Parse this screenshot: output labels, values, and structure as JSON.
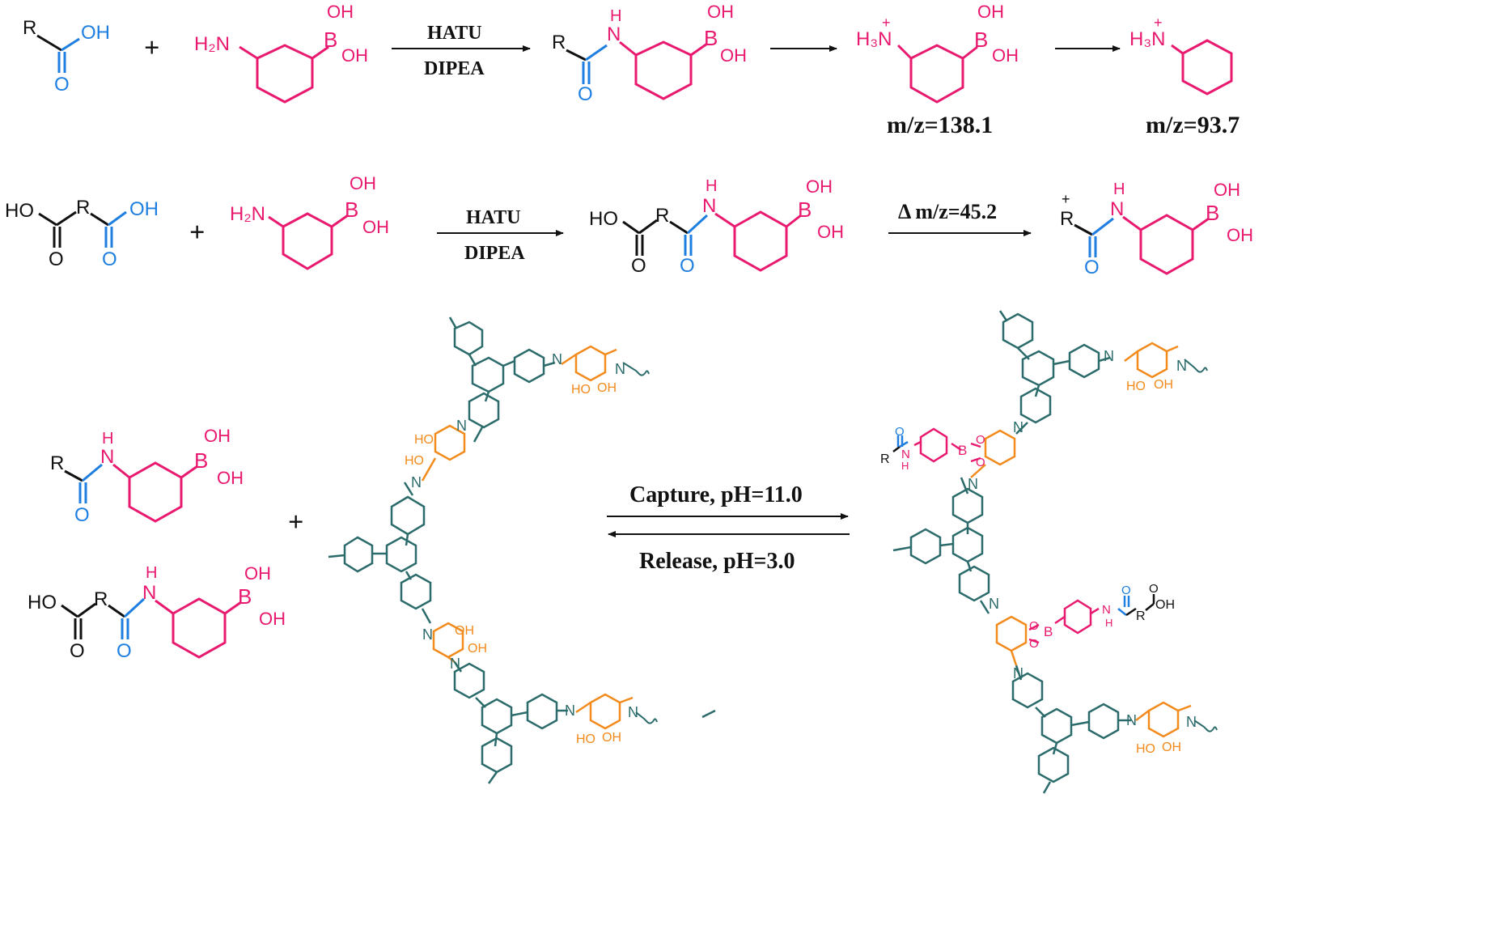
{
  "colors": {
    "black": "#111111",
    "blue": "#1f7fe0",
    "pink": "#e8196e",
    "teal": "#2b6b6b",
    "orange": "#f28a1c"
  },
  "atoms": {
    "R": "R",
    "OH": "OH",
    "HO": "HO",
    "O": "O",
    "H2N": "H₂N",
    "H3N": "H₃N",
    "H": "H",
    "N": "N",
    "NH": "NH",
    "B": "B",
    "plus_charge": "+"
  },
  "row1": {
    "plus": "+",
    "reagent_top": "HATU",
    "reagent_bottom": "DIPEA",
    "mz_1": "m/z=138.1",
    "mz_2": "m/z=93.7"
  },
  "row2": {
    "plus": "+",
    "reagent_top": "HATU",
    "reagent_bottom": "DIPEA",
    "delta_mz": "Δ m/z=45.2"
  },
  "row3": {
    "plus": "+",
    "forward_label": "Capture, pH=11.0",
    "reverse_label": "Release, pH=3.0"
  }
}
